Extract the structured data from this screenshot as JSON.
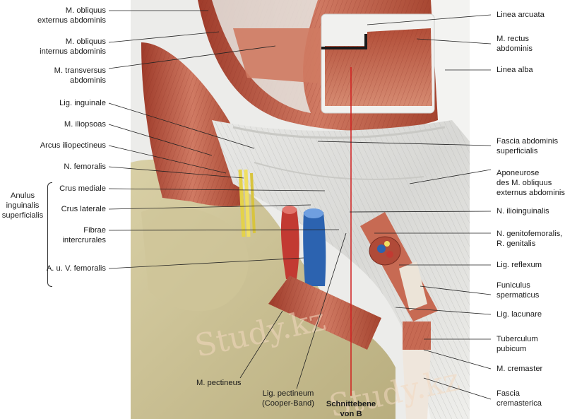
{
  "figure": {
    "watermark_text": "Study.kz",
    "cut_plane_color": "#d01f1f"
  },
  "labels": {
    "obliquus_externus": [
      "M. obliquus",
      "externus abdominis"
    ],
    "obliquus_internus": [
      "M. obliquus",
      "internus abdominis"
    ],
    "transversus": [
      "M. transversus",
      "abdominis"
    ],
    "lig_inguinale": "Lig. inguinale",
    "iliopsoas": "M. iliopsoas",
    "arcus_iliopectineus": "Arcus iliopectineus",
    "n_femoralis": "N. femoralis",
    "anulus": [
      "Anulus",
      "inguinalis",
      "superficialis"
    ],
    "crus_mediale": "Crus mediale",
    "crus_laterale": "Crus laterale",
    "fibrae_intercrurales": [
      "Fibrae",
      "intercrurales"
    ],
    "a_v_femoralis": "A. u. V. femoralis",
    "m_pectineus": "M. pectineus",
    "lig_pectineum": [
      "Lig. pectineum",
      "(Cooper-Band)"
    ],
    "schnittebene": [
      "Schnittebene",
      "von B"
    ],
    "linea_arcuata": "Linea arcuata",
    "rectus": [
      "M. rectus",
      "abdominis"
    ],
    "linea_alba": "Linea alba",
    "fascia_superficialis": [
      "Fascia abdominis",
      "superficialis"
    ],
    "aponeurose": [
      "Aponeurose",
      "des M. obliquus",
      "externus abdominis"
    ],
    "n_ilioinguinalis": "N. ilioinguinalis",
    "n_genitofemoralis": [
      "N. genitofemoralis,",
      "R. genitalis"
    ],
    "lig_reflexum": "Lig. reflexum",
    "funiculus": [
      "Funiculus",
      "spermaticus"
    ],
    "lig_lacunare": "Lig. lacunare",
    "tuberculum": [
      "Tuberculum",
      "pubicum"
    ],
    "cremaster": "M. cremaster",
    "fascia_cremasterica": [
      "Fascia",
      "cremasterica"
    ]
  }
}
